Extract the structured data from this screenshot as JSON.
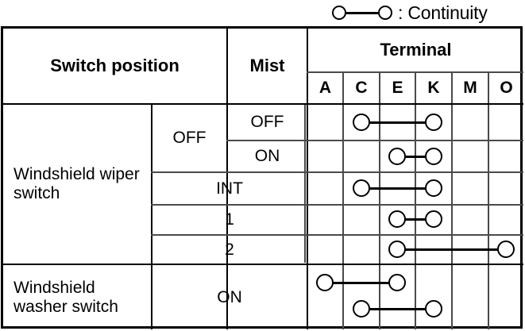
{
  "legend": {
    "symbol_name": "continuity-symbol",
    "text": ": Continuity"
  },
  "table": {
    "headers": {
      "switch_position": "Switch position",
      "mist": "Mist",
      "terminal": "Terminal",
      "terminal_columns": [
        "A",
        "C",
        "E",
        "K",
        "M",
        "O"
      ]
    },
    "groups": [
      {
        "name": "Windshield wiper switch",
        "rows": [
          {
            "mist_major": "OFF",
            "mist_minor": "OFF",
            "connections": [
              [
                "C",
                "K"
              ]
            ]
          },
          {
            "mist_major": "OFF",
            "mist_minor": "ON",
            "connections": [
              [
                "E",
                "K"
              ]
            ]
          },
          {
            "mist_major": "INT",
            "mist_minor": "",
            "connections": [
              [
                "C",
                "K"
              ]
            ]
          },
          {
            "mist_major": "1",
            "mist_minor": "",
            "connections": [
              [
                "E",
                "K"
              ]
            ]
          },
          {
            "mist_major": "2",
            "mist_minor": "",
            "connections": [
              [
                "E",
                "O"
              ]
            ]
          }
        ]
      },
      {
        "name": "Windshield washer switch",
        "rows": [
          {
            "mist_major": "ON",
            "mist_minor": "",
            "connections": [
              [
                "A",
                "E"
              ],
              [
                "C",
                "K"
              ]
            ]
          }
        ]
      }
    ]
  },
  "colors": {
    "border": "#000000",
    "grid": "#4a4a4a",
    "background": "#ffffff"
  }
}
